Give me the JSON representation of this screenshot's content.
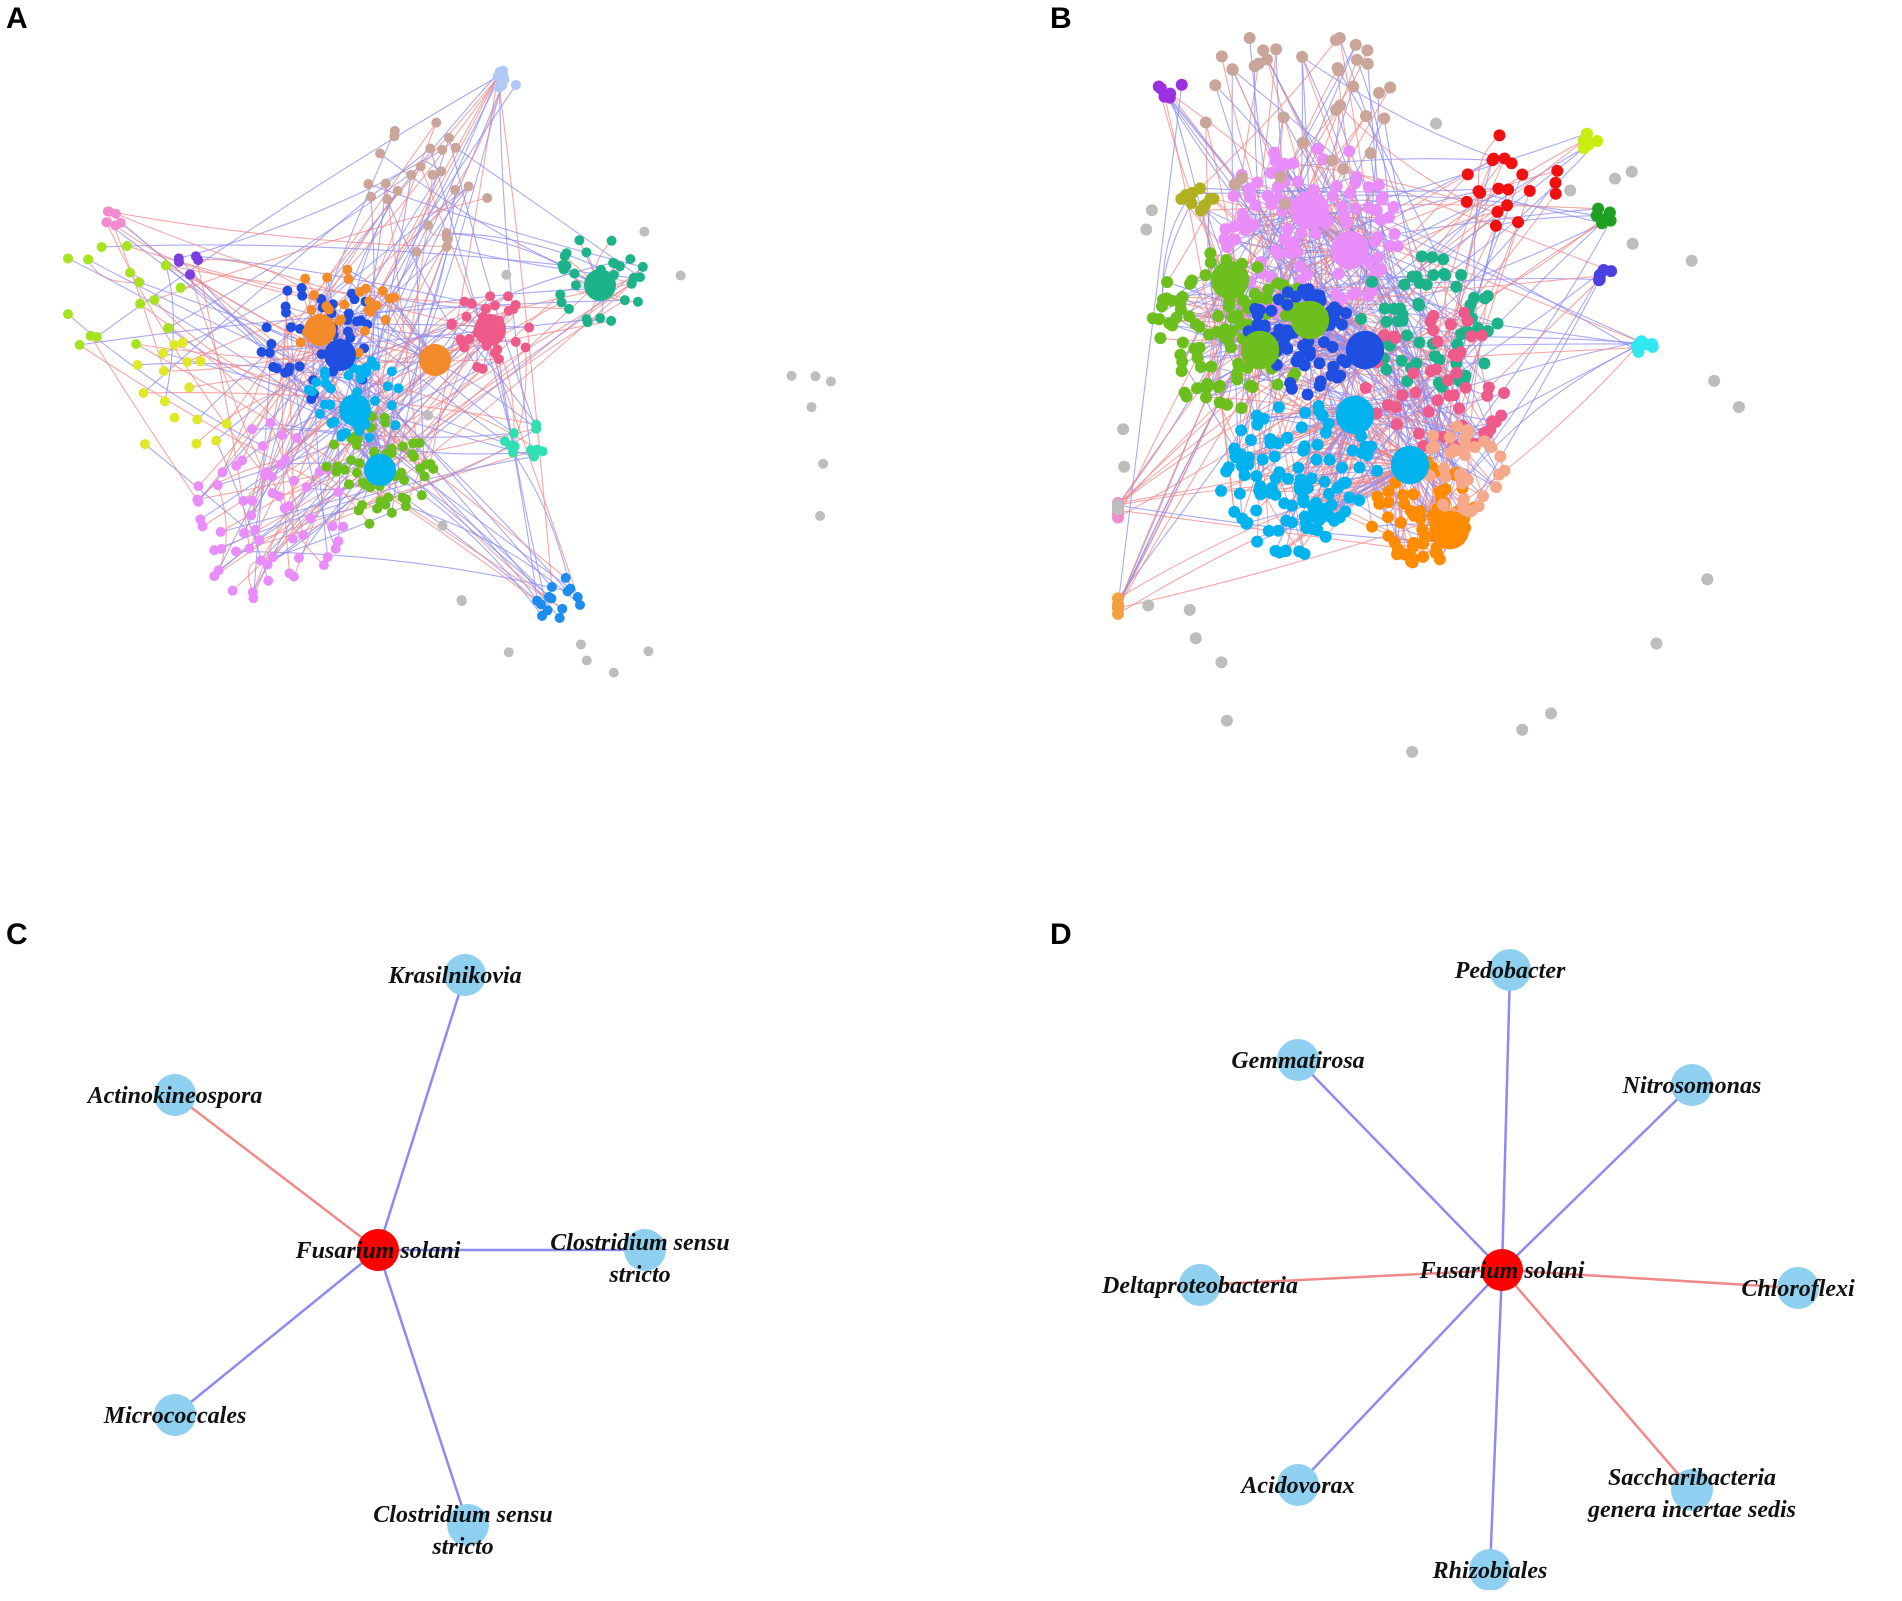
{
  "panels": [
    {
      "letter": "A"
    },
    {
      "letter": "B"
    },
    {
      "letter": "C"
    },
    {
      "letter": "D"
    }
  ],
  "colors": {
    "edge_positive": "#f08a8a",
    "edge_negative": "#8c8cf0",
    "hub_node": "#ff0000",
    "leaf_node": "#8fd0f0"
  },
  "networks": {
    "A": {
      "modules": [
        {
          "color": "#e88dfa",
          "size": 60
        },
        {
          "color": "#6dbf1d",
          "size": 58
        },
        {
          "color": "#1f4fe0",
          "size": 44
        },
        {
          "color": "#00b3ef",
          "size": 40
        },
        {
          "color": "#f48a2a",
          "size": 30
        },
        {
          "color": "#ee5a8a",
          "size": 32
        },
        {
          "color": "#1db38a",
          "size": 30
        },
        {
          "color": "#c9a59a",
          "size": 26
        },
        {
          "color": "#e0e82a",
          "size": 16
        },
        {
          "color": "#a6e21d",
          "size": 16
        },
        {
          "color": "#1e8df0",
          "size": 14
        },
        {
          "color": "#7c3de0",
          "size": 6
        },
        {
          "color": "#30e0b0",
          "size": 12
        },
        {
          "color": "#f28acf",
          "size": 6
        },
        {
          "color": "#b0c8f4",
          "size": 10
        },
        {
          "color": "#bdbdbd",
          "size": 18
        }
      ]
    },
    "B": {
      "modules": [
        {
          "color": "#e88dfa",
          "size": 110
        },
        {
          "color": "#6dbf1d",
          "size": 110
        },
        {
          "color": "#1f4fe0",
          "size": 70
        },
        {
          "color": "#00b3ef",
          "size": 110
        },
        {
          "color": "#1db38a",
          "size": 60
        },
        {
          "color": "#ee5a8a",
          "size": 50
        },
        {
          "color": "#ff8c00",
          "size": 70
        },
        {
          "color": "#f5a88a",
          "size": 40
        },
        {
          "color": "#c9a59a",
          "size": 40
        },
        {
          "color": "#f01010",
          "size": 20
        },
        {
          "color": "#b0b020",
          "size": 10
        },
        {
          "color": "#9a30e0",
          "size": 6
        },
        {
          "color": "#c8ee10",
          "size": 6
        },
        {
          "color": "#20a020",
          "size": 6
        },
        {
          "color": "#4a40e0",
          "size": 6
        },
        {
          "color": "#30e8f0",
          "size": 6
        },
        {
          "color": "#f28acf",
          "size": 6
        },
        {
          "color": "#f5a040",
          "size": 8
        },
        {
          "color": "#bdbdbd",
          "size": 24
        }
      ]
    },
    "C": {
      "hub": "Fusarium solani",
      "nodes": [
        {
          "label": "Krasilnikovia",
          "edge": "negative"
        },
        {
          "label": "Actinokineospora",
          "edge": "positive"
        },
        {
          "label": "Clostridium sensu\nstricto",
          "edge": "negative"
        },
        {
          "label": "Micrococcales",
          "edge": "negative"
        },
        {
          "label": "Clostridium sensu\nstricto",
          "edge": "negative"
        }
      ]
    },
    "D": {
      "hub": "Fusarium solani",
      "nodes": [
        {
          "label": "Pedobacter",
          "edge": "negative"
        },
        {
          "label": "Gemmatirosa",
          "edge": "negative"
        },
        {
          "label": "Nitrosomonas",
          "edge": "negative"
        },
        {
          "label": "Deltaproteobacteria",
          "edge": "positive"
        },
        {
          "label": "Chloroflexi",
          "edge": "positive"
        },
        {
          "label": "Acidovorax",
          "edge": "negative"
        },
        {
          "label": "Saccharibacteria\ngenera incertae sedis",
          "edge": "positive"
        },
        {
          "label": "Rhizobiales",
          "edge": "negative"
        }
      ]
    }
  }
}
